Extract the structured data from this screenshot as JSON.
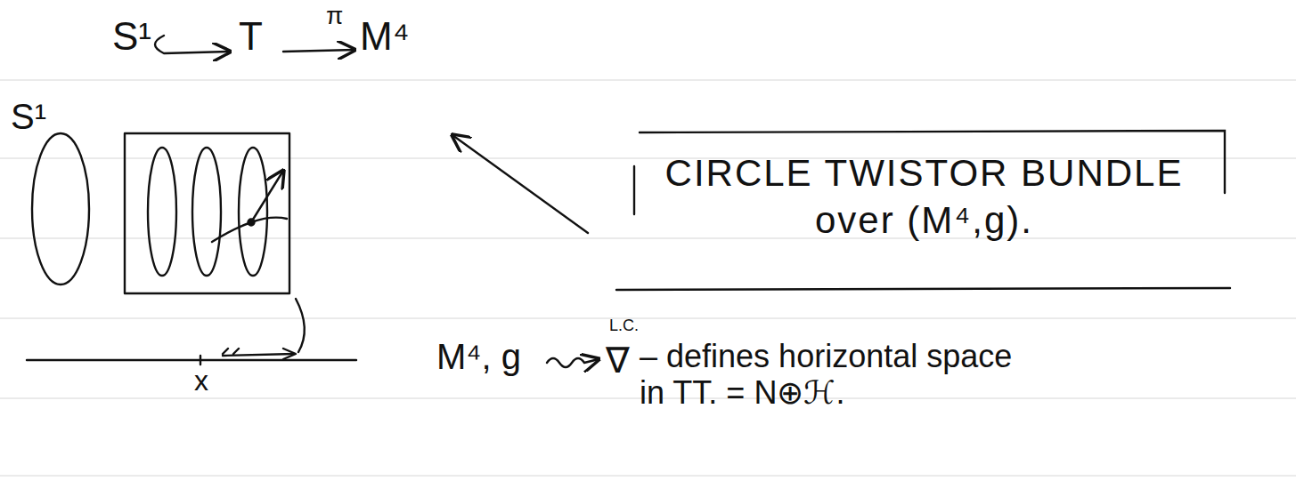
{
  "diagram": {
    "nodes": [
      {
        "text": [
          "CIRCLE TWISTOR BUNDLE over (M⁴,g)."
        ]
      }
    ],
    "labels": [
      "S¹",
      "T",
      "π",
      "M⁴",
      "S¹",
      "x",
      "M⁴, g",
      "L.C.",
      "∇",
      "– defines horizontal space in TT. = N⊕ℋ."
    ]
  }
}
